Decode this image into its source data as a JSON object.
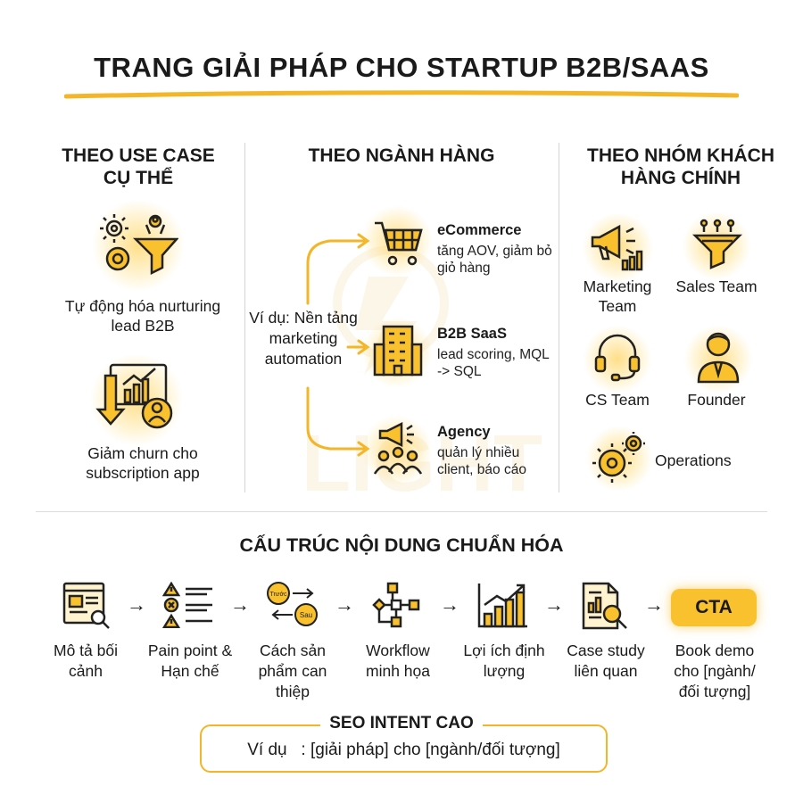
{
  "title": "TRANG GIẢI PHÁP CHO STARTUP B2B/SAAS",
  "columns": {
    "use_case": {
      "heading": "THEO USE CASE CỤ THỂ",
      "items": [
        {
          "label": "Tự động hóa nurturing lead B2B",
          "icon": "gear-funnel-icon"
        },
        {
          "label": "Giảm churn cho subscription app",
          "icon": "churn-chart-icon"
        }
      ]
    },
    "industry": {
      "heading": "THEO NGÀNH HÀNG",
      "example": "Ví dụ: Nền tảng marketing automation",
      "items": [
        {
          "title": "eCommerce",
          "desc": "tăng AOV, giảm bỏ giỏ hàng",
          "icon": "shopping-cart-icon"
        },
        {
          "title": "B2B SaaS",
          "desc": "lead scoring, MQL -> SQL",
          "icon": "office-building-icon"
        },
        {
          "title": "Agency",
          "desc": "quản lý nhiều client, báo cáo",
          "icon": "megaphone-team-icon"
        }
      ]
    },
    "customer_group": {
      "heading": "THEO NHÓM KHÁCH HÀNG CHÍNH",
      "items": [
        {
          "label": "Marketing Team",
          "icon": "megaphone-icon"
        },
        {
          "label": "Sales Team",
          "icon": "funnel-icon"
        },
        {
          "label": "CS Team",
          "icon": "headset-icon"
        },
        {
          "label": "Founder",
          "icon": "person-icon"
        },
        {
          "label": "Operations",
          "icon": "gears-icon"
        }
      ]
    }
  },
  "structure": {
    "heading": "CẤU TRÚC NỘI DUNG CHUẨN HÓA",
    "steps": [
      {
        "label": "Mô tả bối cảnh",
        "icon": "document-magnifier-icon"
      },
      {
        "label": "Pain point & Hạn chế",
        "icon": "warning-list-icon"
      },
      {
        "label": "Cách sản phẩm can thiệp",
        "icon": "before-after-icon",
        "icon_text_a": "Trước",
        "icon_text_b": "Sau"
      },
      {
        "label": "Workflow minh họa",
        "icon": "workflow-icon"
      },
      {
        "label": "Lợi ích định lượng",
        "icon": "growth-chart-icon"
      },
      {
        "label": "Case study liên quan",
        "icon": "report-magnifier-icon"
      },
      {
        "label": "Book demo cho [ngành/ đối tượng]",
        "cta": "CTA"
      }
    ]
  },
  "seo": {
    "title": "SEO INTENT CAO",
    "example": "Ví dụ   : [giải pháp] cho [ngành/đối tượng]"
  },
  "watermark": "LIGHT",
  "colors": {
    "accent": "#f9c12e",
    "accent_dark": "#e8a316",
    "text": "#1a1a1a"
  }
}
